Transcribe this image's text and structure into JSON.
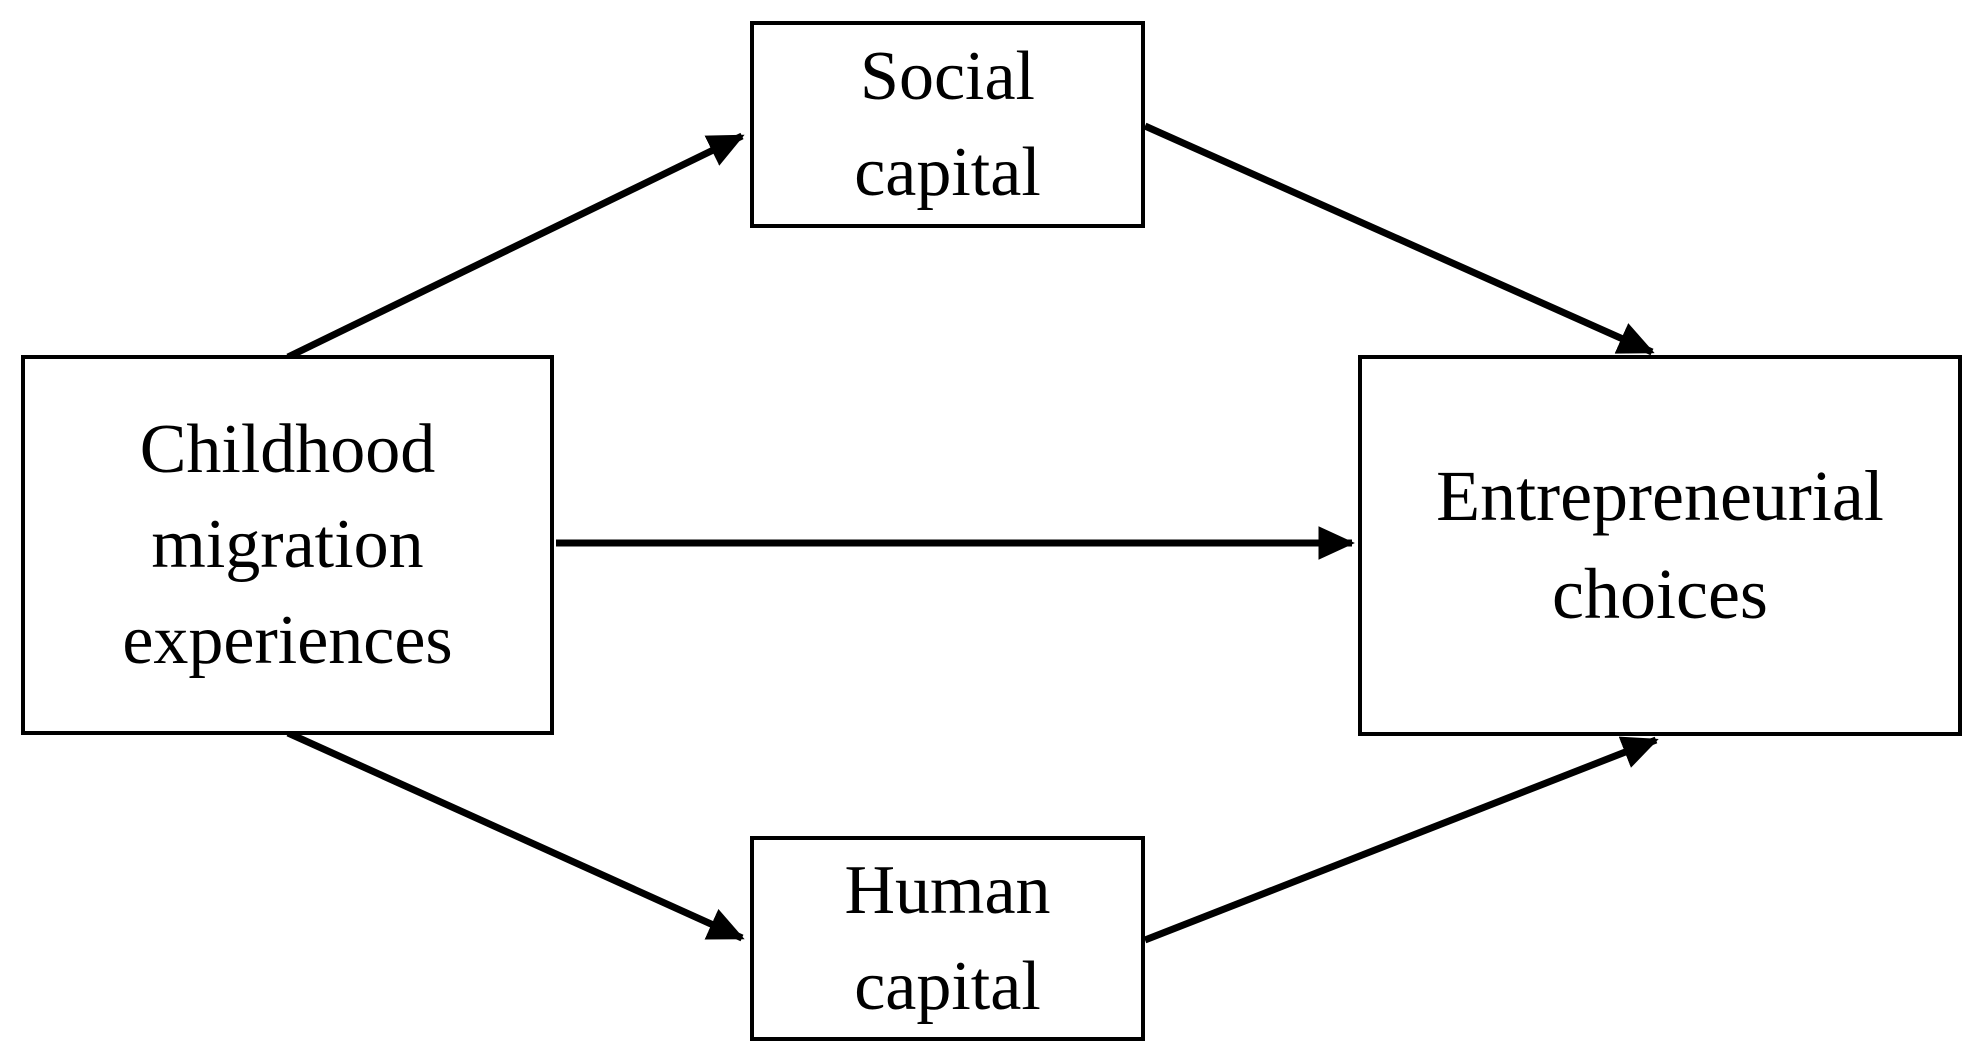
{
  "diagram": {
    "type": "conceptual-mediation-model",
    "background_color": "#ffffff",
    "stroke_color": "#000000",
    "nodes": [
      {
        "id": "childhood",
        "name": "childhood-migration-experiences-node",
        "lines": [
          "Childhood",
          "migration",
          "experiences"
        ],
        "role": "independent-variable"
      },
      {
        "id": "social",
        "name": "social-capital-node",
        "lines": [
          "Social",
          "capital"
        ],
        "role": "mediator"
      },
      {
        "id": "human",
        "name": "human-capital-node",
        "lines": [
          "Human",
          "capital"
        ],
        "role": "mediator"
      },
      {
        "id": "entrepreneurial",
        "name": "entrepreneurial-choices-node",
        "lines": [
          "Entrepreneurial",
          "choices"
        ],
        "role": "dependent-variable"
      }
    ],
    "edges": [
      {
        "id": "childhood-to-social",
        "from": "childhood",
        "to": "social",
        "arrowhead": true
      },
      {
        "id": "social-to-entrepreneurial",
        "from": "social",
        "to": "entrepreneurial",
        "arrowhead": true
      },
      {
        "id": "childhood-to-entrepreneurial",
        "from": "childhood",
        "to": "entrepreneurial",
        "arrowhead": true
      },
      {
        "id": "childhood-to-human",
        "from": "childhood",
        "to": "human",
        "arrowhead": true
      },
      {
        "id": "human-to-entrepreneurial",
        "from": "human",
        "to": "entrepreneurial",
        "arrowhead": true
      }
    ]
  }
}
